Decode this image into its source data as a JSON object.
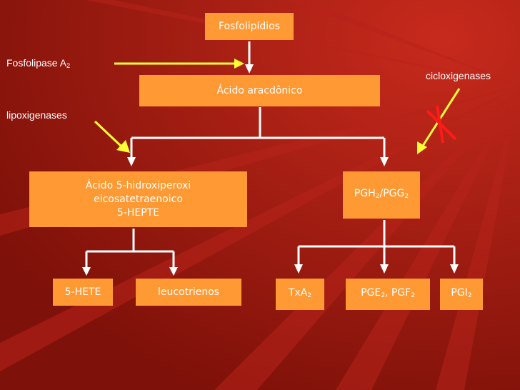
{
  "nodes": {
    "fosfolipidios": "Fosfolipídios",
    "acido_aracdonico": "Ácido aracdônico",
    "acido_5hpete_l1": "Ácido 5-hidroxiperoxi",
    "acido_5hpete_l2": "eicosatetraenoico",
    "acido_5hpete_l3": "5-HEPTE",
    "pgh2_pgg2": {
      "a": "PGH",
      "a_sub": "2",
      "sep": "/PGG",
      "b_sub": "2"
    },
    "hete5": "5-HETE",
    "leucotrienos": "leucotrienos",
    "txa2": {
      "text": "TxA",
      "sub": "2"
    },
    "pge2_pgf2": {
      "a": "PGE",
      "a_sub": "2",
      "sep": ", PGF",
      "b_sub": "2"
    },
    "pgi2": {
      "text": "PGI",
      "sub": "2"
    }
  },
  "labels": {
    "fosfolipase": {
      "text": "Fosfolipase A",
      "sub": "2"
    },
    "lipoxigenases": "lipoxigenases",
    "cicloxigenases": "cicloxigenases"
  },
  "colors": {
    "background": "#9b1a12",
    "box": "#ff9933",
    "arrow_yellow": "#ffff33",
    "inhibit_x": "#ff0000",
    "connector": "#ffffff"
  }
}
